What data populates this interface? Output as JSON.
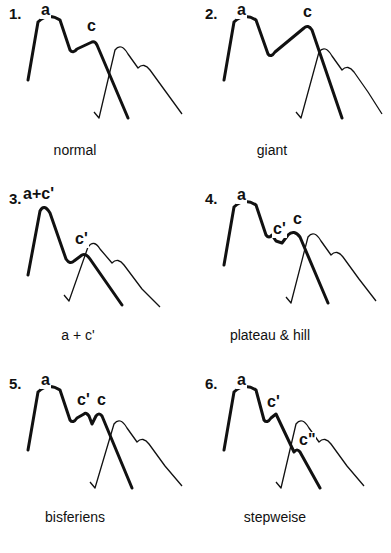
{
  "diagram": {
    "labels": [
      "1.",
      "a",
      "c",
      "normal",
      "2.",
      "a",
      "c",
      "giant",
      "3.",
      "a+c'",
      "c'",
      "a + c'",
      "4.",
      "a",
      "c'",
      "c",
      "plateau & hill",
      "5.",
      "a",
      "c'",
      "c",
      "bisferiens",
      "6.",
      "a",
      "c'",
      "c\"",
      "stepweise"
    ]
  }
}
